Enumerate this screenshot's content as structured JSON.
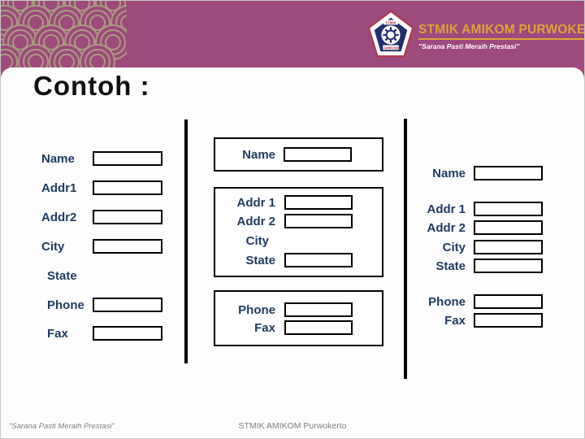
{
  "slide_title": "Contoh :",
  "header": {
    "institution": "STMIK AMIKOM PURWOKERTO",
    "tagline": "\"Sarana Pasti Meraih Prestasi\"",
    "logo": {
      "top_text": "STMIK",
      "bottom_text": "AMIKOM"
    }
  },
  "form": {
    "left": {
      "fields": [
        {
          "label": "Name",
          "value": ""
        },
        {
          "label": "Addr1",
          "value": ""
        },
        {
          "label": "Addr2",
          "value": ""
        },
        {
          "label": "City",
          "value": ""
        },
        {
          "label": "State"
        },
        {
          "label": "Phone",
          "value": ""
        },
        {
          "label": "Fax",
          "value": ""
        }
      ]
    },
    "middle": {
      "groups": [
        {
          "fields": [
            {
              "label": "Name",
              "value": ""
            }
          ]
        },
        {
          "fields": [
            {
              "label": "Addr 1",
              "value": ""
            },
            {
              "label": "Addr 2",
              "value": ""
            },
            {
              "label": "City"
            },
            {
              "label": "State",
              "value": ""
            }
          ]
        },
        {
          "fields": [
            {
              "label": "Phone",
              "value": ""
            },
            {
              "label": "Fax",
              "value": ""
            }
          ]
        }
      ]
    },
    "right": {
      "fields": [
        {
          "label": "Name",
          "value": ""
        },
        {
          "label": "Addr 1",
          "value": ""
        },
        {
          "label": "Addr 2",
          "value": ""
        },
        {
          "label": "City",
          "value": ""
        },
        {
          "label": "State",
          "value": ""
        },
        {
          "label": "Phone",
          "value": ""
        },
        {
          "label": "Fax",
          "value": ""
        }
      ]
    }
  },
  "footer": {
    "motto": "\"Sarana Pasti Meraih Prestasi\"",
    "institution": "STMIK AMIKOM Purwokerto"
  },
  "colors": {
    "banner_purple": "#9D4A7D",
    "pattern_tan": "#A89B7E",
    "label_navy": "#1F3C61",
    "heading_gold": "#DFA237",
    "footer_gray": "#7F7F7F"
  }
}
